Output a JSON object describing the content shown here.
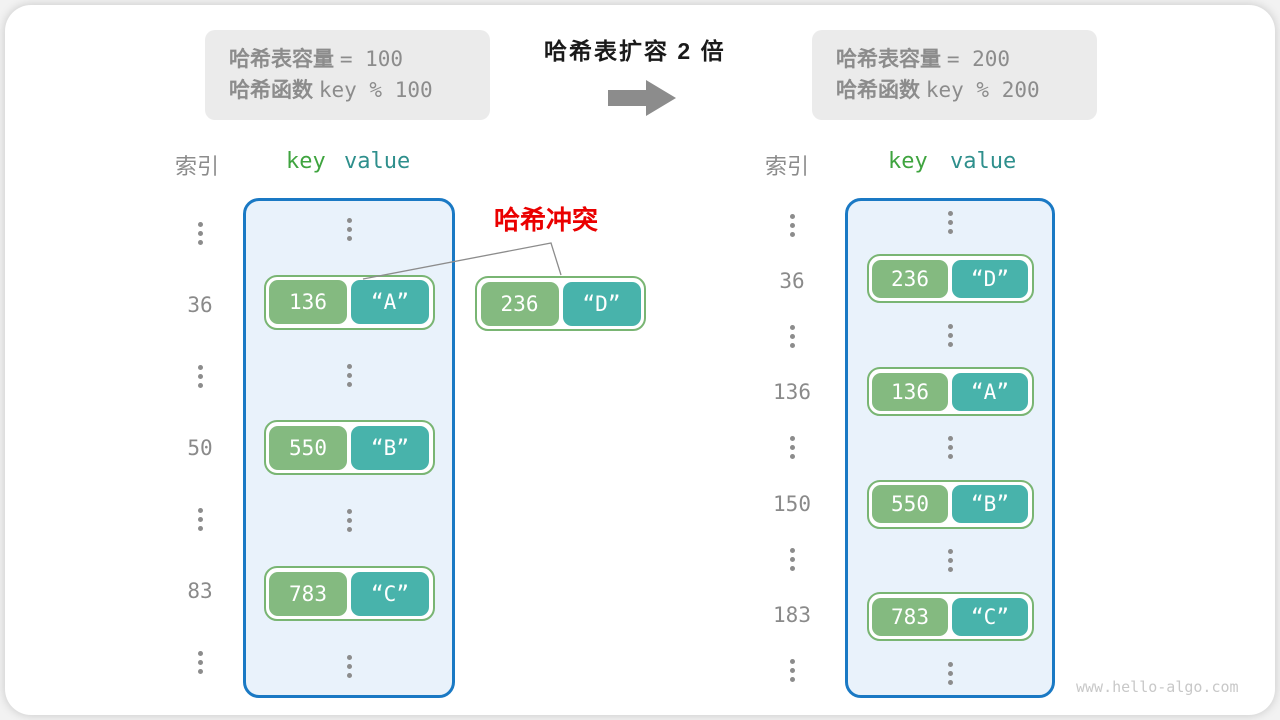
{
  "header": {
    "title": "哈希表扩容 2 倍",
    "arrow_icon": "right-arrow",
    "left_box": {
      "line1_label": "哈希表容量",
      "line1_value": "= 100",
      "line2_label": "哈希函数",
      "line2_value": "key % 100"
    },
    "right_box": {
      "line1_label": "哈希表容量",
      "line1_value": "= 200",
      "line2_label": "哈希函数",
      "line2_value": "key % 200"
    }
  },
  "columns": {
    "index_label": "索引",
    "key_label": "key",
    "value_label": "value"
  },
  "collision": {
    "label": "哈希冲突"
  },
  "left_table": {
    "rows": [
      {
        "type": "dots"
      },
      {
        "type": "pair",
        "index": "36",
        "key": "136",
        "value": "“A”"
      },
      {
        "type": "dots"
      },
      {
        "type": "pair",
        "index": "50",
        "key": "550",
        "value": "“B”"
      },
      {
        "type": "dots"
      },
      {
        "type": "pair",
        "index": "83",
        "key": "783",
        "value": "“C”"
      },
      {
        "type": "dots"
      }
    ]
  },
  "floating_pair": {
    "key": "236",
    "value": "“D”"
  },
  "right_table": {
    "rows": [
      {
        "type": "dots"
      },
      {
        "type": "pair",
        "index": "36",
        "key": "236",
        "value": "“D”"
      },
      {
        "type": "dots"
      },
      {
        "type": "pair",
        "index": "136",
        "key": "136",
        "value": "“A”"
      },
      {
        "type": "dots"
      },
      {
        "type": "pair",
        "index": "150",
        "key": "550",
        "value": "“B”"
      },
      {
        "type": "dots"
      },
      {
        "type": "pair",
        "index": "183",
        "key": "783",
        "value": "“C”"
      },
      {
        "type": "dots"
      }
    ]
  },
  "colors": {
    "key_green": "#84ba80",
    "value_teal": "#48b3ab",
    "pair_border": "#79b573",
    "table_border": "#1a79c4",
    "table_fill": "#e9f2fb",
    "key_header": "#3fa43f",
    "value_header": "#2e8f8c",
    "red": "#ea0000",
    "gray": "#8c8c8c"
  },
  "watermark": "www.hello-algo.com"
}
